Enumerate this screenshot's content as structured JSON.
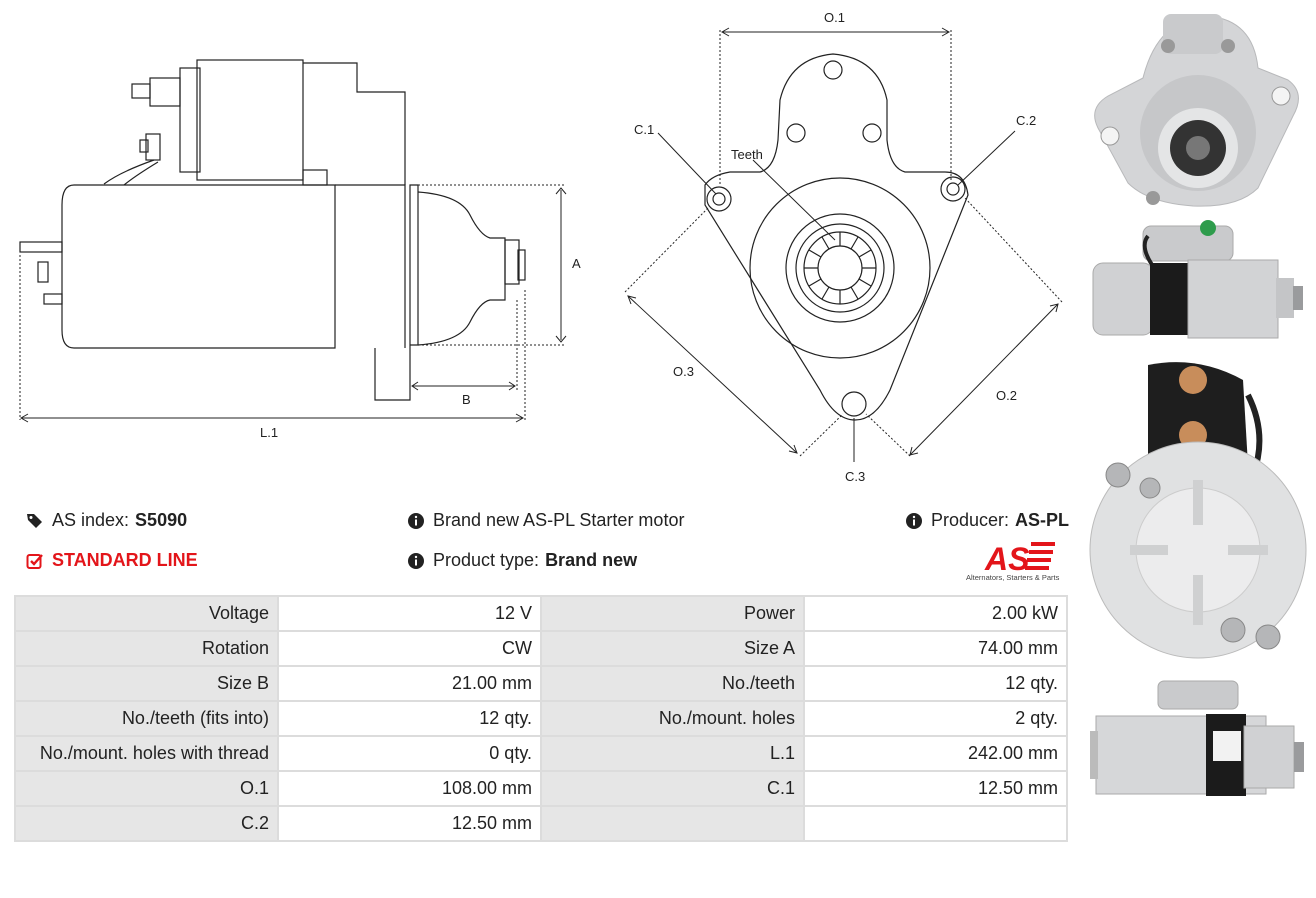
{
  "drawing": {
    "side_labels": {
      "a": "A",
      "b": "B",
      "l1": "L.1"
    },
    "front_labels": {
      "o1": "O.1",
      "o2": "O.2",
      "o3": "O.3",
      "c1": "C.1",
      "c2": "C.2",
      "c3": "C.3",
      "teeth": "Teeth"
    }
  },
  "info": {
    "as_index_label": "AS index:",
    "as_index_value": "S5090",
    "line_label": "STANDARD LINE",
    "description": "Brand new AS-PL Starter motor",
    "product_type_label": "Product type:",
    "product_type_value": "Brand new",
    "producer_label": "Producer:",
    "producer_value": "AS-PL",
    "logo_text": "AS",
    "logo_tagline": "Alternators, Starters & Parts"
  },
  "icons": {
    "tag": "tags-icon",
    "check": "check-square-icon",
    "info": "info-circle-icon"
  },
  "colors": {
    "accent": "#e3151a"
  },
  "specs": [
    [
      "Voltage",
      "12 V",
      "Power",
      "2.00 kW"
    ],
    [
      "Rotation",
      "CW",
      "Size A",
      "74.00 mm"
    ],
    [
      "Size B",
      "21.00 mm",
      "No./teeth",
      "12 qty."
    ],
    [
      "No./teeth (fits into)",
      "12 qty.",
      "No./mount. holes",
      "2 qty."
    ],
    [
      "No./mount. holes with thread",
      "0 qty.",
      "L.1",
      "242.00 mm"
    ],
    [
      "O.1",
      "108.00 mm",
      "C.1",
      "12.50 mm"
    ],
    [
      "C.2",
      "12.50 mm",
      "",
      ""
    ]
  ]
}
